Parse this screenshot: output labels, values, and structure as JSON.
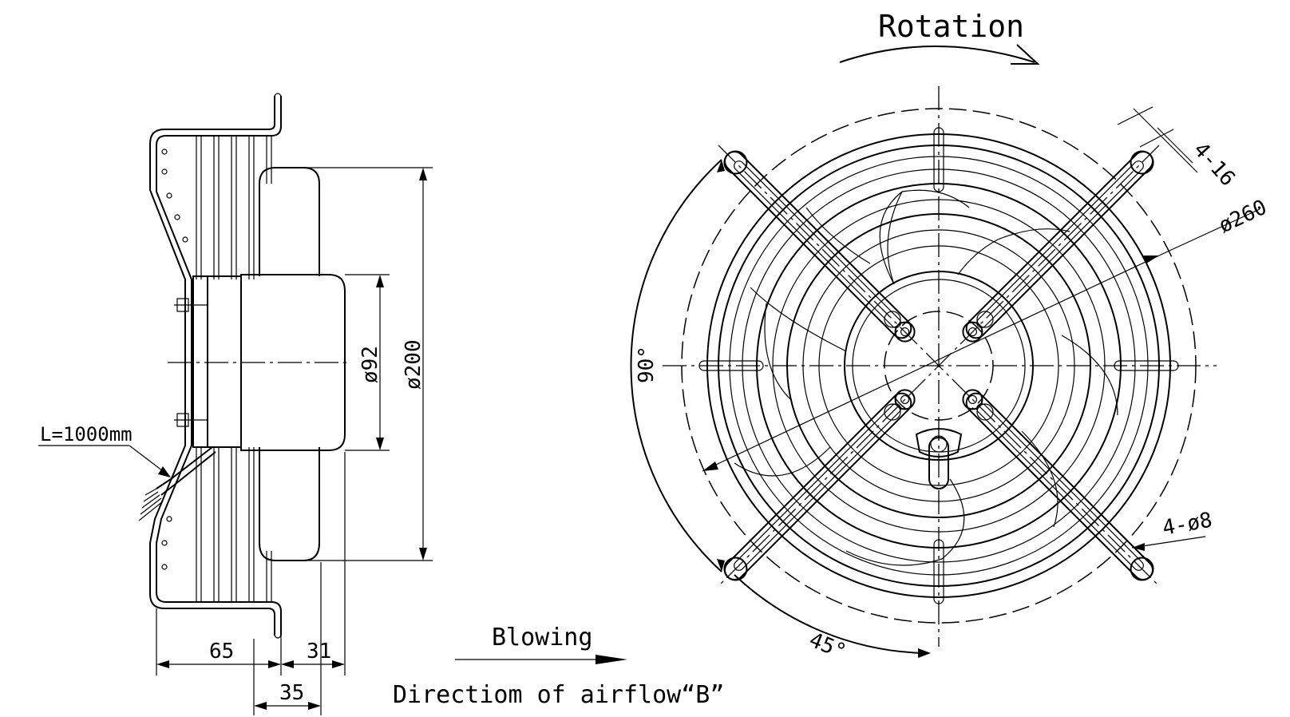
{
  "labels": {
    "rotation": "Rotation",
    "blowing": "Blowing",
    "airflow_direction": "Directiom of airflow“B”",
    "cable_length": "L=1000mm",
    "dim_92": "ø92",
    "dim_200": "ø200",
    "dim_65": "65",
    "dim_31": "31",
    "dim_35": "35",
    "dim_260": "ø260",
    "slot_4_16": "4-16",
    "hole_4_8": "4-ø8",
    "angle_90": "90°",
    "angle_45": "45°"
  }
}
